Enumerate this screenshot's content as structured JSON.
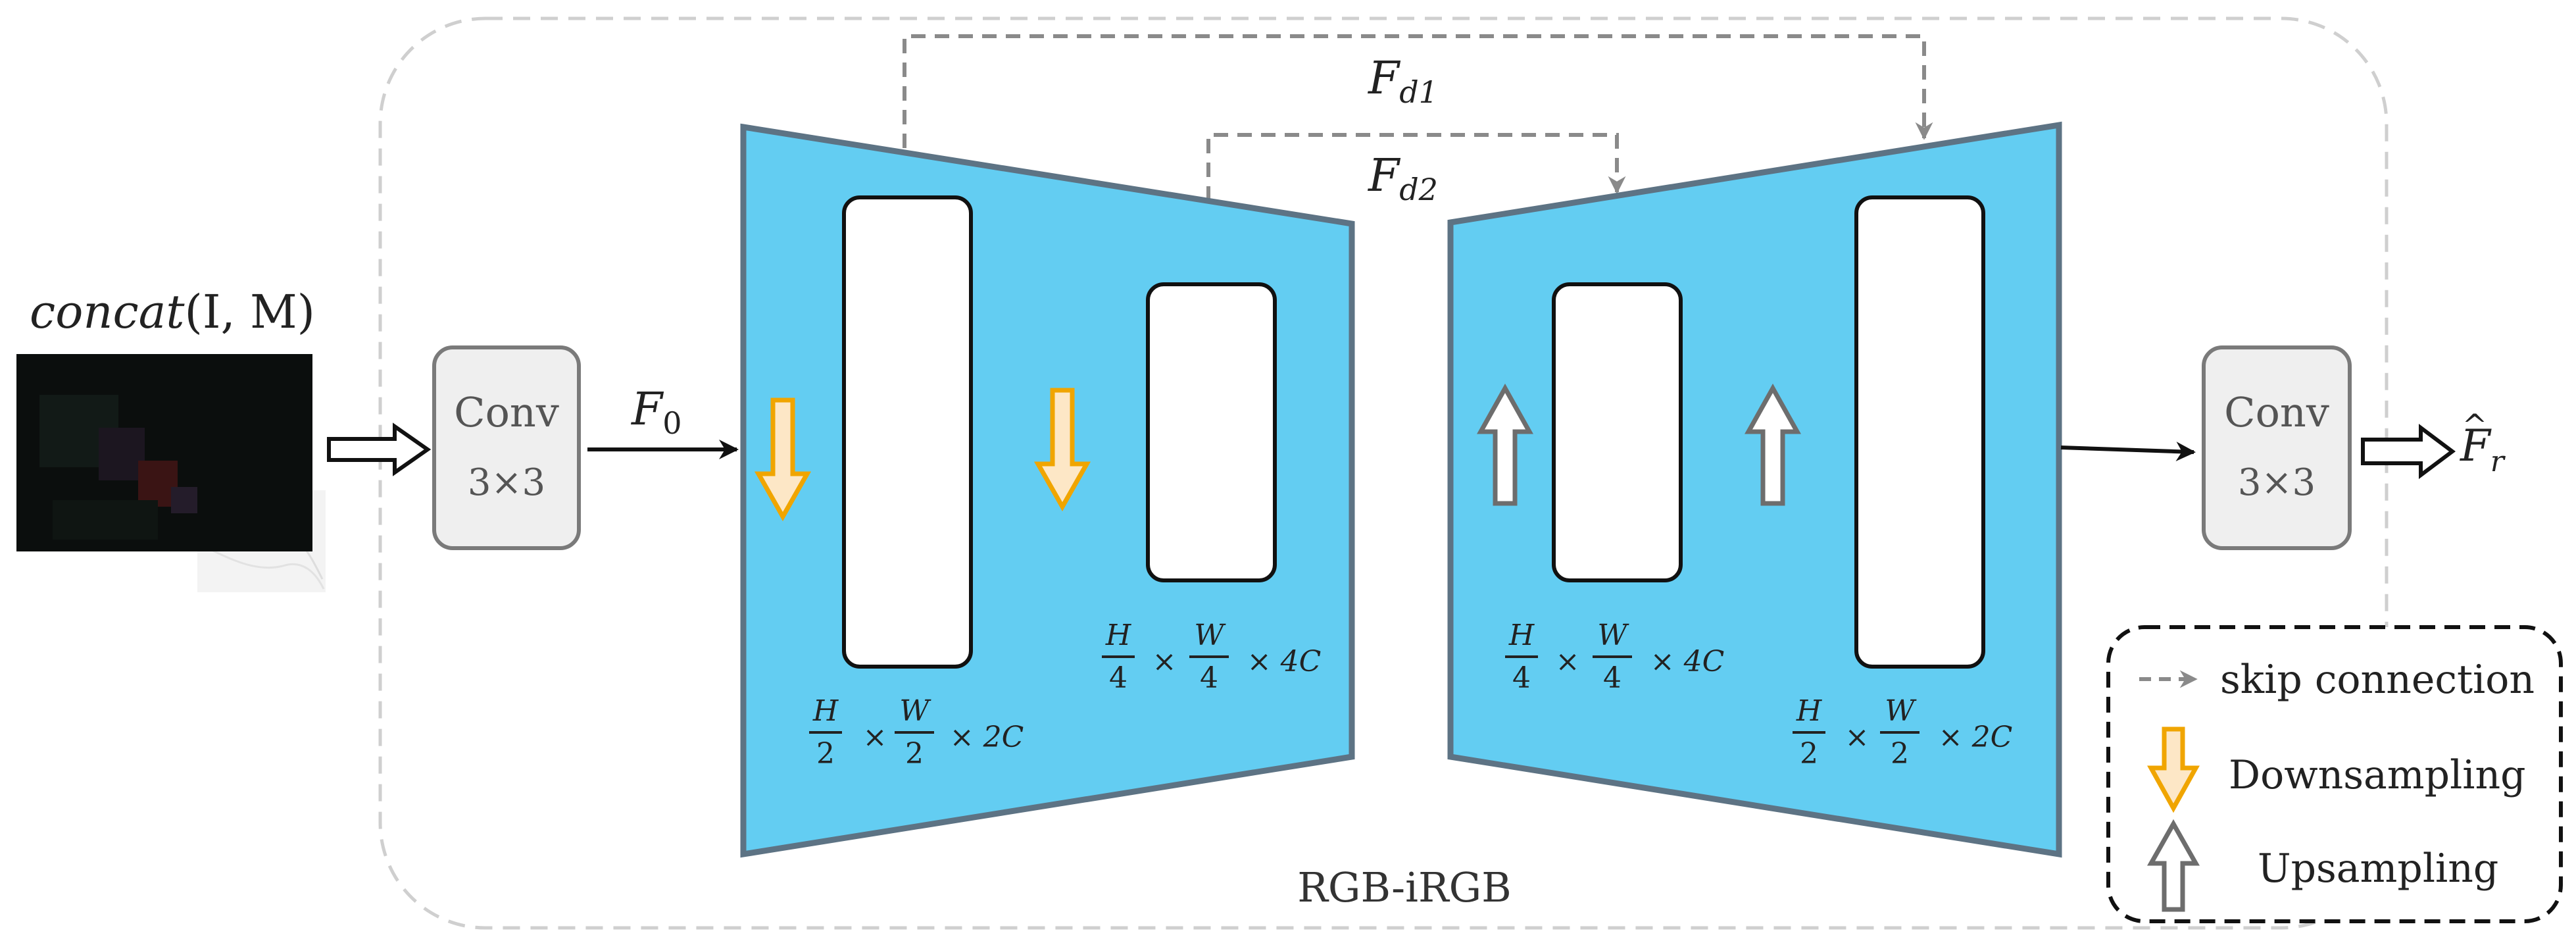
{
  "input": {
    "label_func": "concat",
    "label_args": "(I, M)"
  },
  "conv_left": {
    "line1": "Conv",
    "line2": "3×3"
  },
  "conv_right": {
    "line1": "Conv",
    "line2": "3×3"
  },
  "f0_label": {
    "base": "F",
    "sub": "0"
  },
  "fd1_label": {
    "base": "F",
    "sub": "d1"
  },
  "fd2_label": {
    "base": "F",
    "sub": "d2"
  },
  "output_label": {
    "base": "F",
    "sub": "r",
    "accent": "^"
  },
  "container_label": "RGB-iRGB",
  "dims": {
    "enc1": {
      "a_num": "H",
      "a_den": "2",
      "b_num": "W",
      "b_den": "2",
      "tail": "× 2C"
    },
    "enc2": {
      "a_num": "H",
      "a_den": "4",
      "b_num": "W",
      "b_den": "4",
      "tail": "× 4C"
    },
    "dec2": {
      "a_num": "H",
      "a_den": "4",
      "b_num": "W",
      "b_den": "4",
      "tail": "× 4C"
    },
    "dec1": {
      "a_num": "H",
      "a_den": "2",
      "b_num": "W",
      "b_den": "2",
      "tail": "× 2C"
    },
    "times": "×"
  },
  "legend": {
    "skip": "skip connection",
    "down": "Downsampling",
    "up": "Upsampling"
  },
  "colors": {
    "trapezoid_fill": "#63cdf2",
    "trapezoid_stroke": "#5d7384",
    "down_arrow": "#f0a500",
    "down_arrow_fill": "#fde7c6",
    "up_arrow": "#6d6d6d",
    "skip_gray": "#888888",
    "container_dash": "#c8c8c8"
  }
}
